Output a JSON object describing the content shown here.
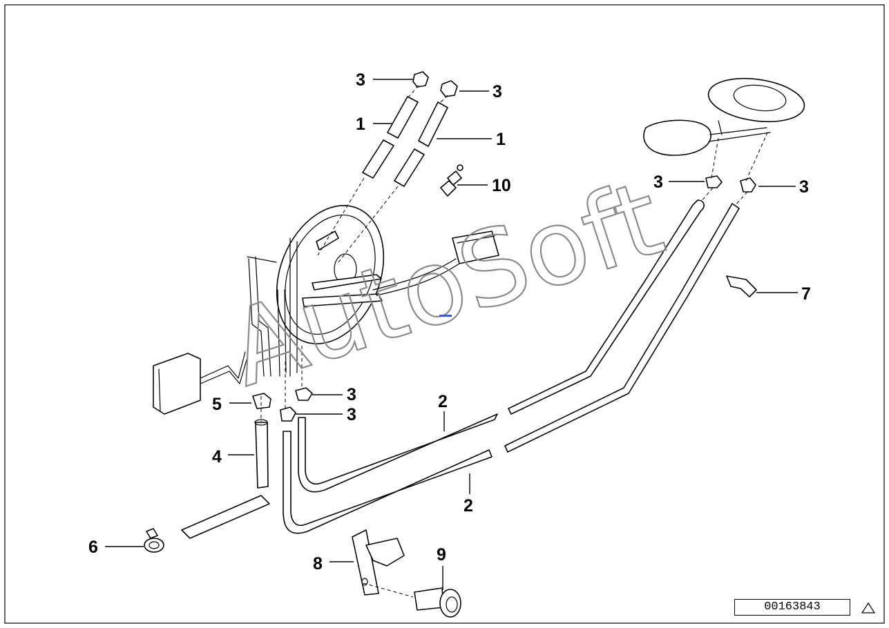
{
  "diagram": {
    "watermark": "AutoSoft",
    "reference_number": "00163843",
    "callouts": [
      {
        "id": "c-3a",
        "label": "3"
      },
      {
        "id": "c-3b",
        "label": "3"
      },
      {
        "id": "c-1a",
        "label": "1"
      },
      {
        "id": "c-1b",
        "label": "1"
      },
      {
        "id": "c-10",
        "label": "10"
      },
      {
        "id": "c-3c",
        "label": "3"
      },
      {
        "id": "c-3d",
        "label": "3"
      },
      {
        "id": "c-7",
        "label": "7"
      },
      {
        "id": "c-5",
        "label": "5"
      },
      {
        "id": "c-3e",
        "label": "3"
      },
      {
        "id": "c-3f",
        "label": "3"
      },
      {
        "id": "c-2a",
        "label": "2"
      },
      {
        "id": "c-4",
        "label": "4"
      },
      {
        "id": "c-2b",
        "label": "2"
      },
      {
        "id": "c-6",
        "label": "6"
      },
      {
        "id": "c-8",
        "label": "8"
      },
      {
        "id": "c-9",
        "label": "9"
      }
    ]
  }
}
